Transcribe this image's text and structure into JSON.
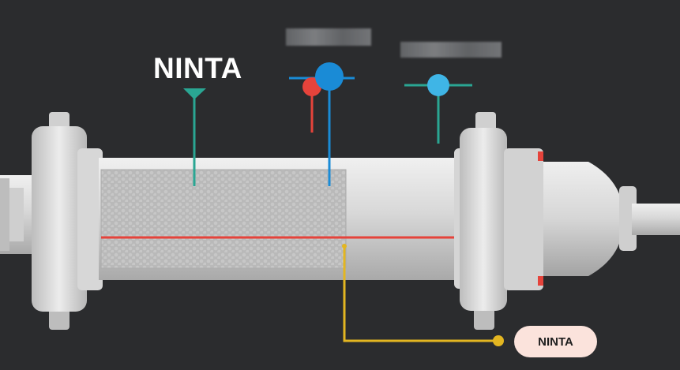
{
  "diagram": {
    "top_label": "NINTA",
    "output_label": "NINTA",
    "colors": {
      "background": "#2b2c2e",
      "teal": "#2aa693",
      "blue_primary": "#1a8bd6",
      "blue_light": "#3fb5e6",
      "red": "#e5433b",
      "yellow": "#e3b621",
      "pill_bg": "#fbe3dc",
      "pipe": "#d9d9d9"
    },
    "components": [
      {
        "name": "packed-column",
        "kind": "perforated-filter-section"
      },
      {
        "name": "left-flange",
        "kind": "flange"
      },
      {
        "name": "right-flange",
        "kind": "flange"
      },
      {
        "name": "end-cap",
        "kind": "domed-cap"
      },
      {
        "name": "teal-sensor",
        "kind": "probe"
      },
      {
        "name": "blue-sensor",
        "kind": "probe"
      },
      {
        "name": "light-blue-sensor",
        "kind": "probe"
      },
      {
        "name": "red-sensor-line",
        "kind": "internal-line"
      },
      {
        "name": "yellow-output-line",
        "kind": "signal-line"
      }
    ]
  }
}
